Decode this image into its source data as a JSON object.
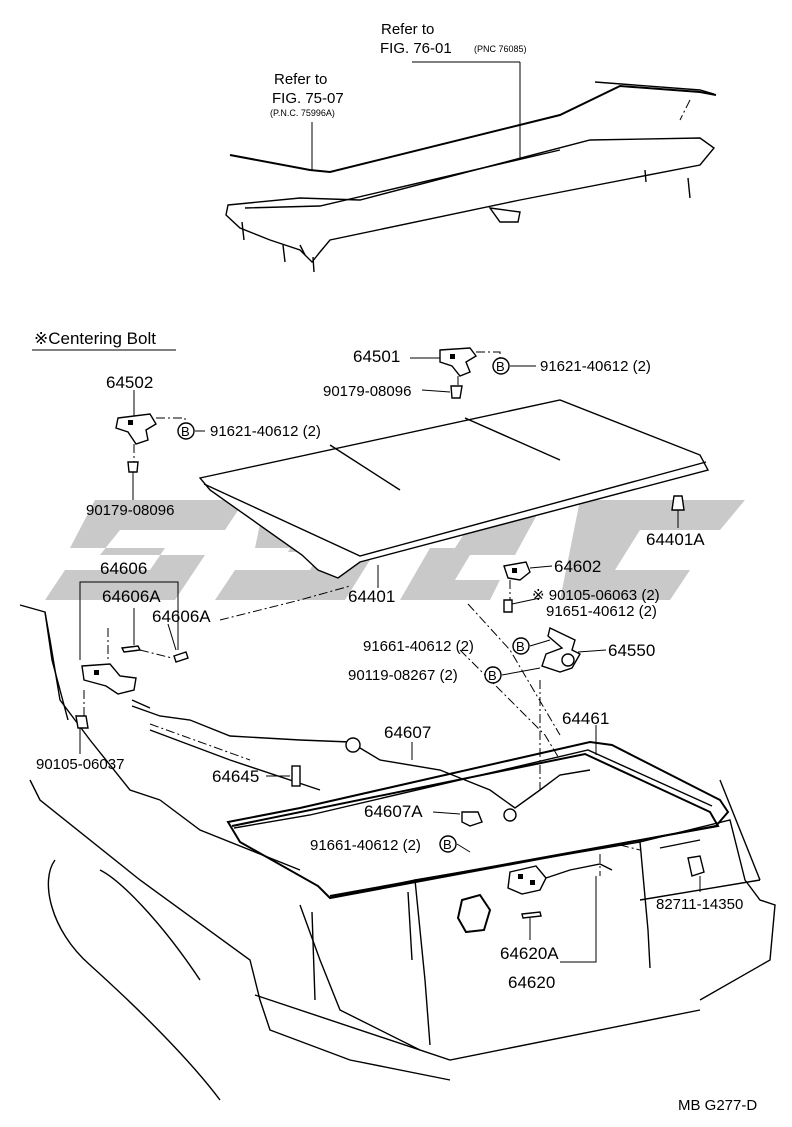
{
  "refs": {
    "fig76_line1": "Refer to",
    "fig76_line2": "FIG. 76-01",
    "fig76_pnc": "(PNC 76085)",
    "fig75_line1": "Refer to",
    "fig75_line2": "FIG. 75-07",
    "fig75_pnc": "(P.N.C. 75996A)"
  },
  "legend": {
    "centering_bolt": "※Centering Bolt"
  },
  "bolt_marker": "B",
  "labels": {
    "p64501": "64501",
    "p91621_top": "91621-40612 (2)",
    "p90179_top": "90179-08096",
    "p64502": "64502",
    "p91621_left": "91621-40612 (2)",
    "p90179_left": "90179-08096",
    "p64401A": "64401A",
    "p64606": "64606",
    "p64606A_1": "64606A",
    "p64606A_2": "64606A",
    "p64401": "64401",
    "p64602": "64602",
    "p90105_06063": "※ 90105-06063 (2)",
    "p91651": "91651-40612 (2)",
    "p91661_mid": "91661-40612 (2)",
    "p64550": "64550",
    "p90119": "90119-08267 (2)",
    "p64461": "64461",
    "p64607": "64607",
    "p90105_06037": "90105-06037",
    "p64645": "64645",
    "p64607A": "64607A",
    "p91661_low": "91661-40612 (2)",
    "p82711": "82711-14350",
    "p64620A": "64620A",
    "p64620": "64620"
  },
  "footer": {
    "code": "MB  G277-D"
  }
}
